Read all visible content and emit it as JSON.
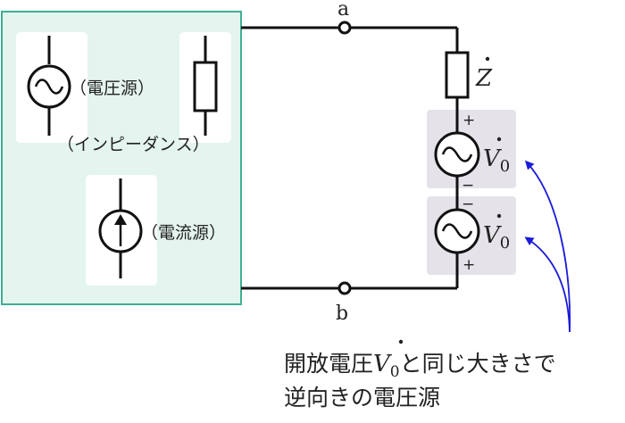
{
  "network": {
    "box_color": "#e4f4ee",
    "box_border_color": "#3fae93",
    "voltage_source_label": "（電圧源）",
    "impedance_label": "（インピーダンス）",
    "current_source_label": "（電流源）"
  },
  "terminals": {
    "a": "a",
    "b": "b"
  },
  "impedance": {
    "symbol": "Z"
  },
  "sources": {
    "highlight_color": "#e6e2ea",
    "top": {
      "symbol": "V",
      "subscript": "0",
      "polarity_top": "+",
      "polarity_bottom": "−"
    },
    "bottom": {
      "symbol": "V",
      "subscript": "0",
      "polarity_top": "−",
      "polarity_bottom": "+"
    }
  },
  "annotation": {
    "arrow_color": "#1a1adb",
    "line1_prefix": "開放電圧",
    "line1_symbol": "V",
    "line1_subscript": "0",
    "line1_suffix": "と同じ大きさで",
    "line2": "逆向きの電圧源"
  }
}
